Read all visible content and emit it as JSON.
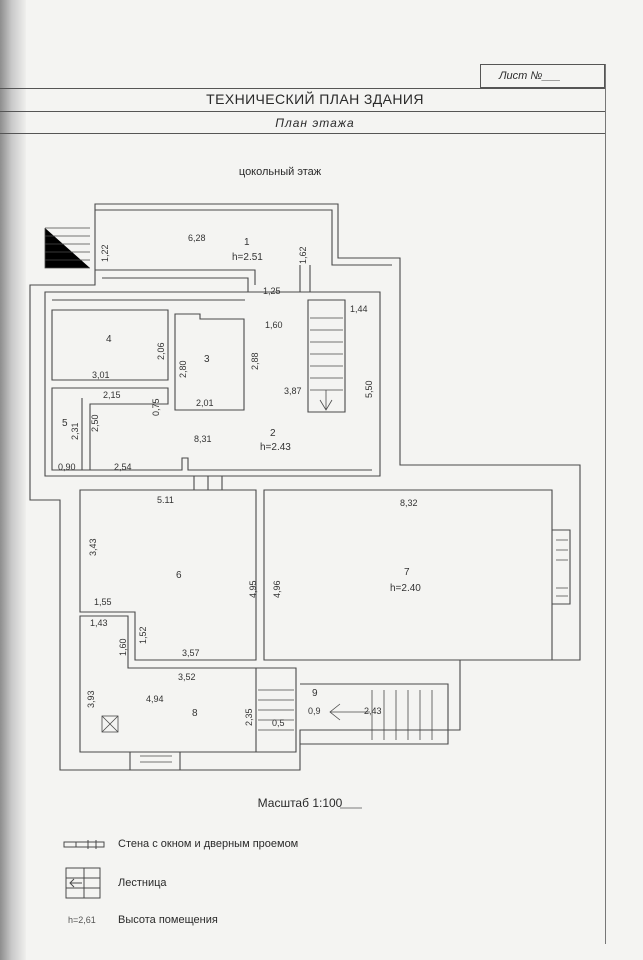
{
  "sheet": {
    "label": "Лист №___"
  },
  "header": {
    "title": "ТЕХНИЧЕСКИЙ ПЛАН ЗДАНИЯ",
    "subtitle": "План этажа"
  },
  "floor": {
    "caption": "цокольный этаж"
  },
  "rooms": [
    {
      "number": "1",
      "height": "h=2.51"
    },
    {
      "number": "2",
      "height": "h=2.43"
    },
    {
      "number": "3"
    },
    {
      "number": "4"
    },
    {
      "number": "5"
    },
    {
      "number": "6"
    },
    {
      "number": "7",
      "height": "h=2.40"
    },
    {
      "number": "8"
    },
    {
      "number": "9"
    }
  ],
  "dimensions": {
    "d6_28": "6,28",
    "d1_22": "1,22",
    "d1_62": "1,62",
    "d1_25": "1,25",
    "d1_60a": "1,60",
    "d1_44": "1,44",
    "d5_50": "5,50",
    "d3_87": "3,87",
    "d2_06": "2,06",
    "d2_80": "2,80",
    "d2_88": "2,88",
    "d3_01": "3,01",
    "d2_15": "2,15",
    "d0_75": "0,75",
    "d2_01": "2,01",
    "d2_31": "2,31",
    "d2_50": "2,50",
    "d8_31": "8,31",
    "d0_90": "0,90",
    "d2_54": "2,54",
    "d5_11": "5.11",
    "d3_43": "3,43",
    "d4_95": "4,95",
    "d4_96": "4,96",
    "d8_32": "8,32",
    "d1_55": "1,55",
    "d1_43": "1,43",
    "d1_60b": "1,60",
    "d1_52": "1,52",
    "d3_57": "3,57",
    "d3_52": "3,52",
    "d3_93": "3,93",
    "d4_94": "4,94",
    "d2_35": "2,35",
    "d0_5": "0,5",
    "d0_9": "0,9",
    "d2_43": "2,43"
  },
  "scale": {
    "label": "Масштаб 1:100"
  },
  "legend": [
    {
      "icon": "wall-window-door-icon",
      "text": "Стена с окном и дверным проемом"
    },
    {
      "icon": "stairs-icon",
      "text": "Лестница"
    },
    {
      "icon": "height-sample",
      "sample": "h=2,61",
      "text": "Высота помещения"
    }
  ]
}
